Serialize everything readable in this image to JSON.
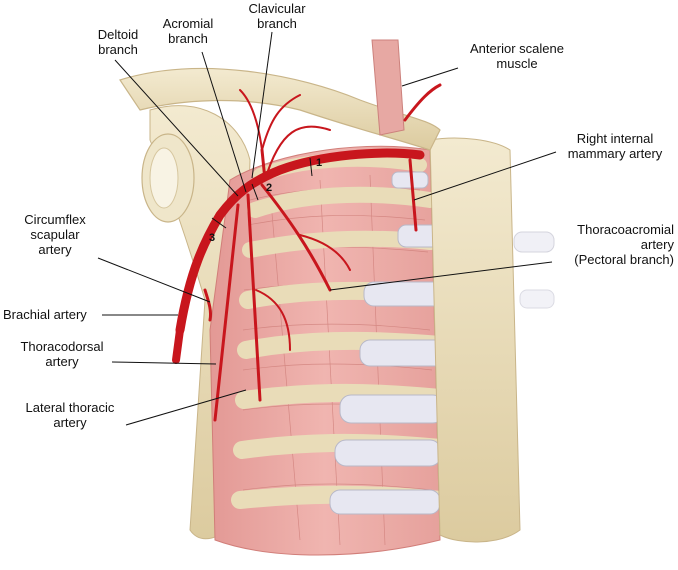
{
  "labels": {
    "deltoid": "Deltoid\nbranch",
    "acromial": "Acromial\nbranch",
    "clavicular": "Clavicular\nbranch",
    "anterior_scalene": "Anterior scalene\nmuscle",
    "internal_mammary": "Right internal\nmammary artery",
    "circumflex": "Circumflex\nscapular\nartery",
    "thoracoacromial": "Thoracoacromial\nartery\n(Pectoral branch)",
    "brachial": "Brachial artery",
    "thoracodorsal": "Thoracodorsal\nartery",
    "lateral_thoracic": "Lateral thoracic\nartery"
  },
  "segments": {
    "one": "1",
    "two": "2",
    "three": "3"
  },
  "colors": {
    "bone": "#ece0bf",
    "bone_shadow": "#d8c79e",
    "muscle": "#eaa7a3",
    "muscle_dark": "#d98984",
    "cartilage": "#e4e4ee",
    "artery": "#c8161d"
  }
}
